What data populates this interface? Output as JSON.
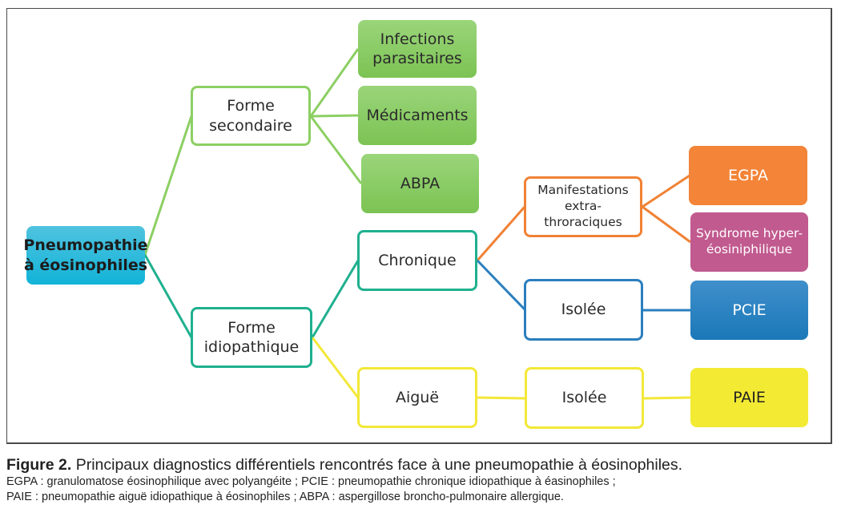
{
  "diagram": {
    "root": {
      "label": "Pneumopathie\nà éosinophiles",
      "color": "#12b3d8"
    },
    "branches": {
      "secondary": {
        "label": "Forme\nsecondaire",
        "color": "#8ccf63",
        "children": [
          {
            "label": "Infections\nparasitaires",
            "color": "#7cc353"
          },
          {
            "label": "Médicaments",
            "color": "#7cc353"
          },
          {
            "label": "ABPA",
            "color": "#7cc353"
          }
        ]
      },
      "idiopathic": {
        "label": "Forme\nidiopathique",
        "color": "#1fb08f",
        "chronic": {
          "label": "Chronique",
          "color": "#1fb08f",
          "extra": {
            "label": "Manifestations\nextra-\nthroraciques",
            "color": "#f08235",
            "children": [
              {
                "label": "EGPA",
                "color": "#f38438"
              },
              {
                "label": "Syndrome hyper-\néosiniphilique",
                "color": "#c15a8f"
              }
            ]
          },
          "isolated": {
            "label": "Isolée",
            "color": "#2b7fbe",
            "child": {
              "label": "PCIE",
              "color": "#1b78b8"
            }
          }
        },
        "acute": {
          "label": "Aiguë",
          "color": "#f3e838",
          "isolated": {
            "label": "Isolée",
            "color": "#f3e838",
            "child": {
              "label": "PAIE",
              "color": "#f3ea34"
            }
          }
        }
      }
    }
  },
  "caption": {
    "figure_label": "Figure 2.",
    "title": " Principaux diagnostics différentiels rencontrés face à une pneumopathie à éosinophiles.",
    "line1": "EGPA : granulomatose éosinophilique avec polyangéite ; PCIE : pneumopathie chronique idiopathique à éasinophiles ;",
    "line2": "PAIE : pneumopathie aiguë idiopathique à éosinophiles ; ABPA : aspergillose broncho-pulmonaire allergique."
  }
}
